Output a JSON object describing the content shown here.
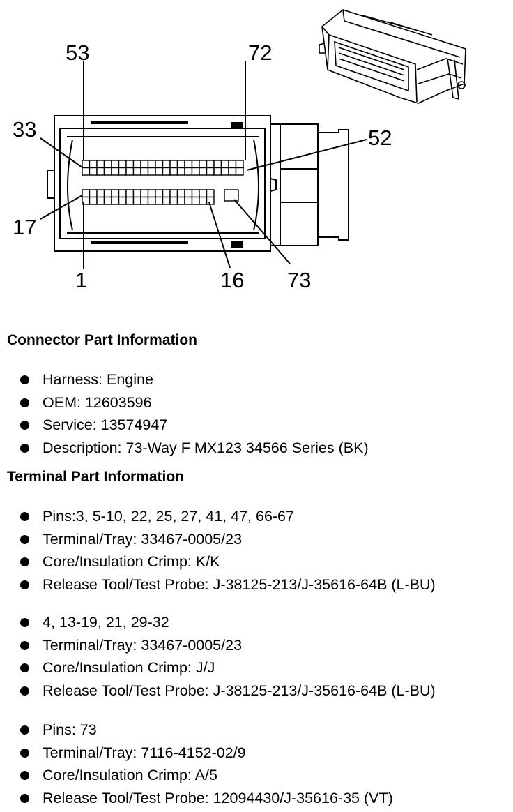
{
  "diagram": {
    "pin_labels": {
      "p53": "53",
      "p72": "72",
      "p33": "33",
      "p52": "52",
      "p17": "17",
      "p1": "1",
      "p16": "16",
      "p73": "73"
    }
  },
  "connector_info": {
    "title": "Connector Part Information",
    "items": [
      "Harness: Engine",
      "OEM: 12603596",
      "Service: 13574947",
      "Description: 73-Way F MX123 34566 Series (BK)"
    ]
  },
  "terminal_info": {
    "title": "Terminal Part Information",
    "groups": [
      {
        "items": [
          "Pins:3, 5-10, 22, 25, 27, 41, 47, 66-67",
          "Terminal/Tray: 33467-0005/23",
          "Core/Insulation Crimp: K/K",
          "Release Tool/Test Probe: J-38125-213/J-35616-64B (L-BU)"
        ]
      },
      {
        "items": [
          "4, 13-19, 21, 29-32",
          "Terminal/Tray: 33467-0005/23",
          "Core/Insulation Crimp: J/J",
          "Release Tool/Test Probe: J-38125-213/J-35616-64B (L-BU)"
        ]
      },
      {
        "items": [
          "Pins: 73",
          "Terminal/Tray: 7116-4152-02/9",
          "Core/Insulation Crimp: A/5",
          "Release Tool/Test Probe: 12094430/J-35616-35 (VT)"
        ]
      }
    ]
  }
}
